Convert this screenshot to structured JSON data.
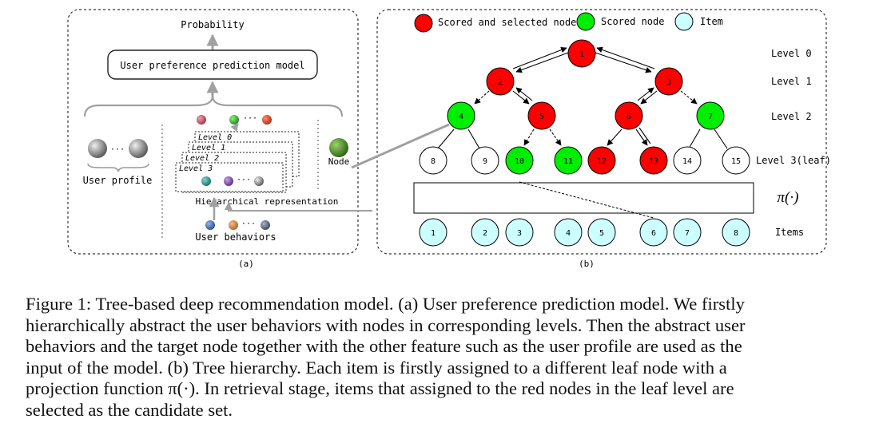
{
  "panel_a": {
    "probability_label": "Probability",
    "model_label": "User preference prediction model",
    "ellipsis_top": "···",
    "level_labels": [
      "Level 0",
      "Level 1",
      "Level 2",
      "Level 3"
    ],
    "ellipsis_level": "···",
    "ellipsis_profile": "···",
    "user_profile_label": "User profile",
    "node_label": "Node",
    "hier_rep_label": "Hierarchical representation",
    "ellipsis_behaviors": "···",
    "user_behaviors_label": "User behaviors",
    "caption_tag": "(a)"
  },
  "panel_b": {
    "legend": [
      {
        "label": "Scored and selected node",
        "color": "#ff0000"
      },
      {
        "label": "Scored node",
        "color": "#00ee00"
      },
      {
        "label": "Item",
        "color": "#ccffff"
      }
    ],
    "level_labels": [
      "Level 0",
      "Level 1",
      "Level 2",
      "Level 3(leaf)"
    ],
    "tree_nodes": [
      "1",
      "2",
      "3",
      "4",
      "5",
      "6",
      "7",
      "8",
      "9",
      "10",
      "11",
      "12",
      "13",
      "14",
      "15"
    ],
    "items": [
      "1",
      "2",
      "3",
      "4",
      "5",
      "6",
      "7",
      "8"
    ],
    "projection_label": "π(·)",
    "items_label": "Items",
    "caption_tag": "(b)"
  },
  "colors": {
    "selected": "#ff0000",
    "scored": "#00ee00",
    "item": "#ccffff",
    "plain": "#ffffff",
    "arrow_gray": "#a0a0a0"
  },
  "caption": {
    "line1": "Figure 1: Tree-based deep recommendation model. (a) User preference prediction model. We firstly",
    "line2": "hierarchically abstract the user behaviors with nodes in corresponding levels. Then the abstract user",
    "line3": "behaviors and the target node together with the other feature such as the user profile are used as the",
    "line4": "input of the model. (b) Tree hierarchy. Each item is firstly assigned to a different leaf node with a",
    "line5": "projection function π(·). In retrieval stage, items that assigned to the red nodes in the leaf level are",
    "line6": "selected as the candidate set."
  }
}
